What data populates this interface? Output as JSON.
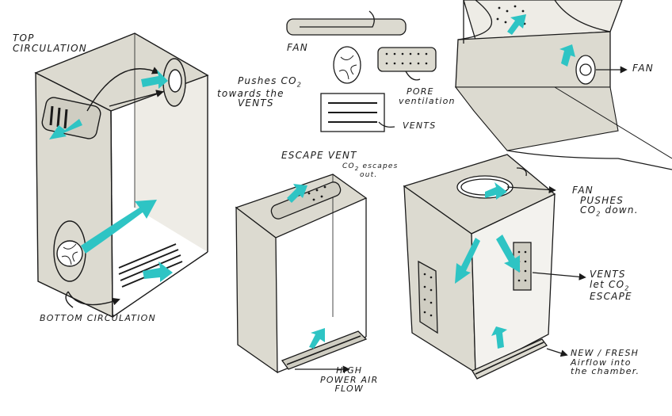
{
  "labels": {
    "top_circulation_1": "TOP",
    "top_circulation_2": "CIRCULATION",
    "pushes_1": "Pushes CO",
    "pushes_sub": "2",
    "pushes_2": "towards the",
    "pushes_3": "VENTS",
    "fan_small": "FAN",
    "pore_1": "PORE",
    "pore_2": "ventilation",
    "vents_small": "VENTS",
    "fan_right": "FAN",
    "escape_vent": "ESCAPE VENT",
    "co2_escapes_1": "CO",
    "co2_escapes_sub": "2",
    "co2_escapes_2": "escapes",
    "co2_escapes_3": "out.",
    "fan_pushes_1": "FAN",
    "fan_pushes_2": "PUSHES",
    "fan_pushes_3": "CO",
    "fan_pushes_sub": "2",
    "fan_pushes_4": "down.",
    "vents_let_1": "VENTS",
    "vents_let_2": "let CO",
    "vents_let_sub": "2",
    "vents_let_3": "ESCAPE",
    "new_fresh_1": "NEW / FRESH",
    "new_fresh_2": "Airflow into",
    "new_fresh_3": "the chamber.",
    "bottom_circulation": "BOTTOM CIRCULATION",
    "high_power_1": "HIGH",
    "high_power_2": "POWER AIR",
    "high_power_3": "FLOW"
  },
  "colors": {
    "ink": "#1a1a1a",
    "panel_fill": "#dcdad0",
    "panel_dark": "#cfcdc2",
    "arrow_teal": "#2ec4c4",
    "paper": "#ffffff"
  }
}
